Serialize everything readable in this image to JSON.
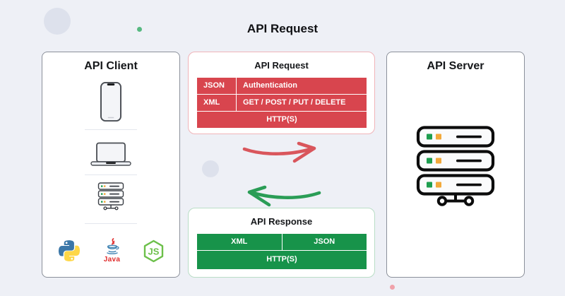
{
  "page_title": "API Request",
  "colors": {
    "accent_red": "#d8454e",
    "accent_green": "#17934a",
    "arrow_red": "#d9565c",
    "arrow_green": "#2a9d56",
    "python_blue": "#3b77a8",
    "python_yellow": "#fed748",
    "java_red": "#e02d2d",
    "java_blue": "#4285b4",
    "node_green": "#6cc04a",
    "server_led_green": "#1d9e4f",
    "server_led_orange": "#f2a93b"
  },
  "client_card": {
    "title": "API Client",
    "icons": [
      "smartphone-icon",
      "laptop-icon",
      "server-icon"
    ],
    "logos": [
      "python-logo",
      "java-logo",
      "nodejs-logo"
    ],
    "java_label": "Java",
    "node_label": "JS"
  },
  "request_card": {
    "title": "API Request",
    "table": {
      "rows": [
        {
          "format": "JSON",
          "value": "Authentication"
        },
        {
          "format": "XML",
          "value": "GET / POST / PUT / DELETE"
        }
      ],
      "footer": "HTTP(S)"
    }
  },
  "response_card": {
    "title": "API Response",
    "table": {
      "cells": [
        "XML",
        "JSON"
      ],
      "footer": "HTTP(S)"
    }
  },
  "server_card": {
    "title": "API Server"
  }
}
